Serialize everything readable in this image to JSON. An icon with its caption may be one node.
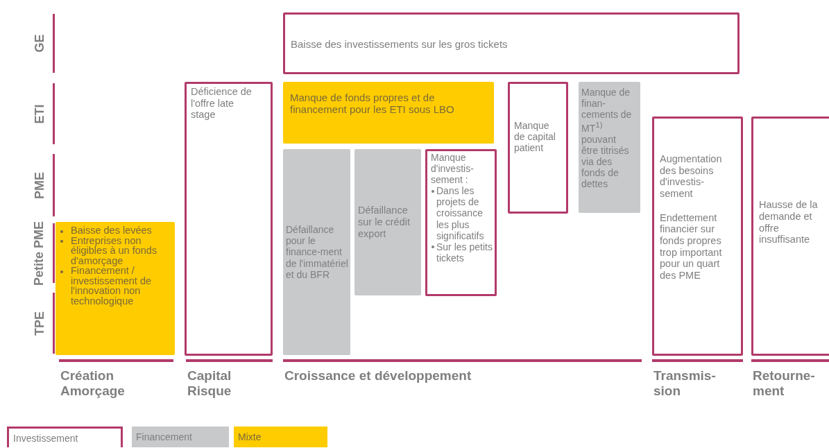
{
  "diagram": {
    "nodes": [
      {
        "text": [
          "Baisse des investissements sur les gros tickets"
        ]
      },
      {
        "text": [
          "Baisse des levées",
          "Entreprises non éligibles à un fonds d'amorçage",
          "Financement / investissement de l'innovation non technologique"
        ]
      },
      {
        "text": [
          "Déficience de l'offre late stage"
        ]
      },
      {
        "text": [
          "Manque de fonds propres et de financement pour les ETI sous LBO"
        ]
      },
      {
        "text": [
          "Défaillance pour le finance-ment de l'immatériel et du BFR"
        ]
      },
      {
        "text": [
          "Défaillance sur le crédit export"
        ]
      },
      {
        "text": [
          "Manque d'investis-sement :",
          "Dans les projets de croissance les plus significatifs",
          "Sur les petits tickets"
        ]
      },
      {
        "text": [
          "Manque de capital patient"
        ]
      },
      {
        "text": [
          "Manque de finan-cements de MT$^{1)}$ pouvant être titrisés via des fonds de dettes"
        ]
      },
      {
        "text": [
          "Augmentation des besoins d'investis-sement",
          "Endettement financier sur fonds propres trop important pour un quart des PME"
        ]
      },
      {
        "text": [
          "Hausse de la demande et offre insuffisante"
        ]
      }
    ],
    "labels": [
      "GE",
      "ETI",
      "PME",
      "Petite PME",
      "TPE",
      "Création Amorçage",
      "Capital Risque",
      "Croissance et développement",
      "Transmis-sion",
      "Retourne-ment"
    ],
    "legend": [
      {
        "text": "Investissement"
      },
      {
        "text": "Financement",
        "color": "#c8c9cb"
      },
      {
        "text": "Mixte",
        "color": "#ffcc00"
      }
    ]
  }
}
